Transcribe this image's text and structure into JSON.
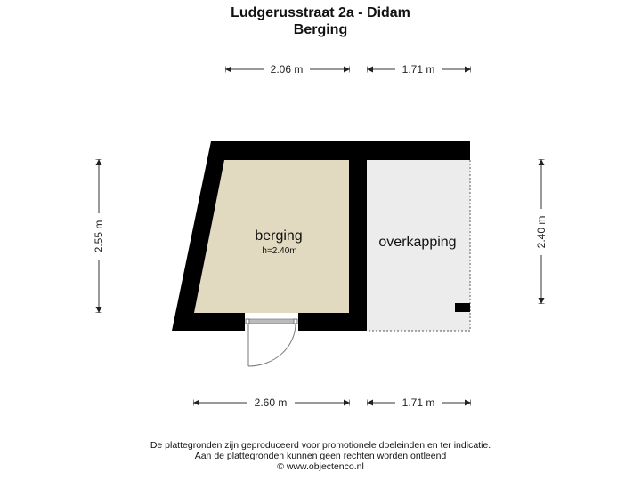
{
  "header": {
    "title": "Ludgerusstraat 2a - Didam",
    "subtitle": "Berging"
  },
  "dimensions": {
    "top_left": "2.06 m",
    "top_right": "1.71 m",
    "bottom_left": "2.60 m",
    "bottom_right": "1.71 m",
    "left": "2.55 m",
    "right": "2.40 m"
  },
  "rooms": [
    {
      "name": "berging",
      "height": "h=2.40m",
      "color": "#e2d9c1"
    },
    {
      "name": "overkapping",
      "color": "#ececec"
    }
  ],
  "colors": {
    "wall": "#000000"
  },
  "footer": {
    "line1": "De plattegronden zijn geproduceerd voor promotionele doeleinden en ter indicatie.",
    "line2": "Aan de plattegronden kunnen geen rechten worden ontleend",
    "line3": "© www.objectenco.nl"
  }
}
